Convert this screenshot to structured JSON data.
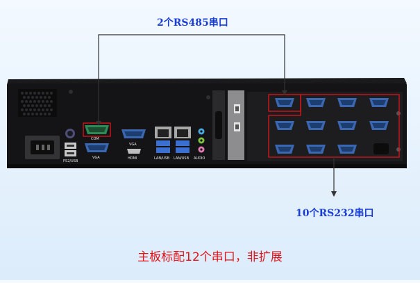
{
  "labels": {
    "top_callout": "2个RS485串口",
    "bottom_callout": "10个RS232串口",
    "caption": "主板标配12个串口，非扩展"
  },
  "port_labels": {
    "ps2_usb": "PS2/USB",
    "com": "COM",
    "vga_upper": "VGA",
    "vga_lower": "VGA",
    "hdmi": "HDMI",
    "lan_usb_1": "LAN/USB",
    "lan_usb_2": "LAN/USB",
    "audio": "AUDIO"
  },
  "colors": {
    "accent_label": "#1a3dd6",
    "caption": "#e0141a",
    "highlight_box": "#e0141a",
    "callout_line": "#333333",
    "db9_port": "#3a67b0"
  }
}
